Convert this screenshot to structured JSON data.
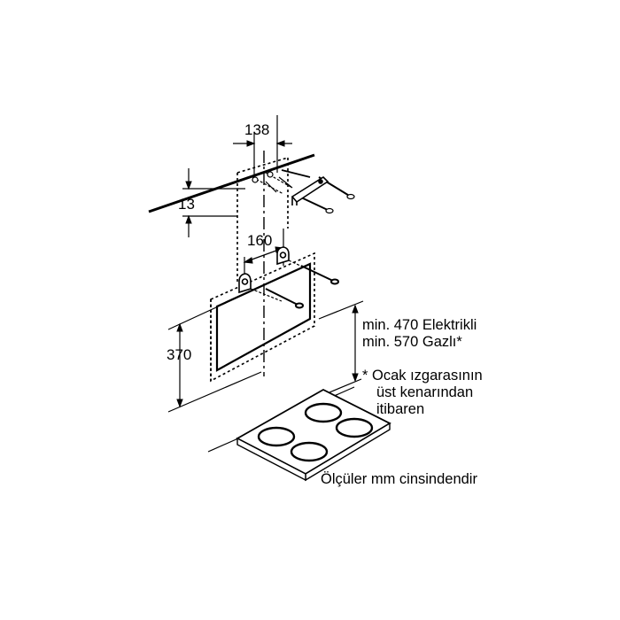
{
  "dimensions": {
    "bracket_spacing": "138",
    "top_offset": "13",
    "lower_spacing": "160",
    "hood_height": "370"
  },
  "clearance": {
    "line1": "min. 470 Elektrikli",
    "line2": "min. 570 Gazlı*"
  },
  "footnote": {
    "line1": "* Ocak ızgarasının",
    "line2": "üst kenarından",
    "line3": "itibaren"
  },
  "units_note": "Ölçüler mm cinsindendir"
}
